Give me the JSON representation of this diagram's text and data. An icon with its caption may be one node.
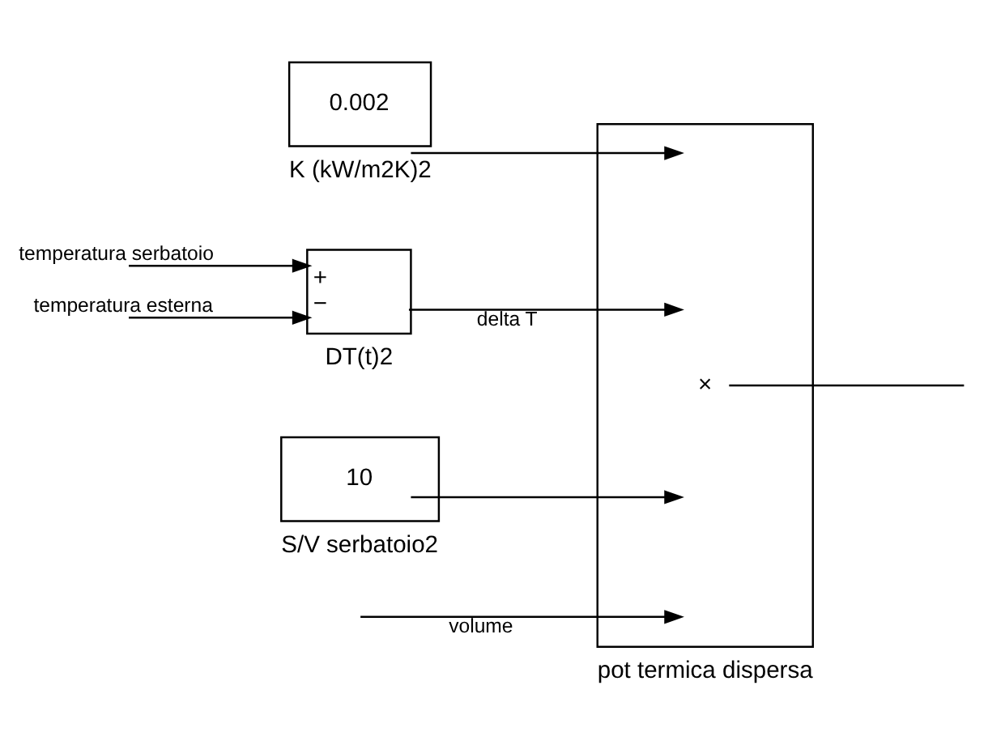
{
  "diagram": {
    "nodes": [
      {
        "text": [
          "0.002"
        ],
        "beside": [
          "K (kW/m2K)2"
        ]
      },
      {
        "text": [
          "+",
          "−"
        ],
        "beside": [
          "DT(t)2"
        ]
      },
      {
        "text": [
          "10"
        ],
        "beside": [
          "S/V serbatoio2"
        ]
      },
      {
        "text": [
          "×"
        ],
        "beside": [
          "pot termica dispersa"
        ]
      }
    ],
    "edges": [
      {
        "from": null,
        "to": 1,
        "arrow": "to",
        "label": "temperatura serbatoio"
      },
      {
        "from": null,
        "to": 1,
        "arrow": "to",
        "label": "temperatura esterna"
      },
      {
        "from": 0,
        "to": 3,
        "arrow": "to"
      },
      {
        "from": 1,
        "to": 3,
        "arrow": "to",
        "label": "delta T"
      },
      {
        "from": 2,
        "to": 3,
        "arrow": "to"
      },
      {
        "from": null,
        "to": 3,
        "arrow": "to",
        "label": "volume"
      },
      {
        "from": 3,
        "to": null,
        "arrow": "none"
      }
    ]
  }
}
